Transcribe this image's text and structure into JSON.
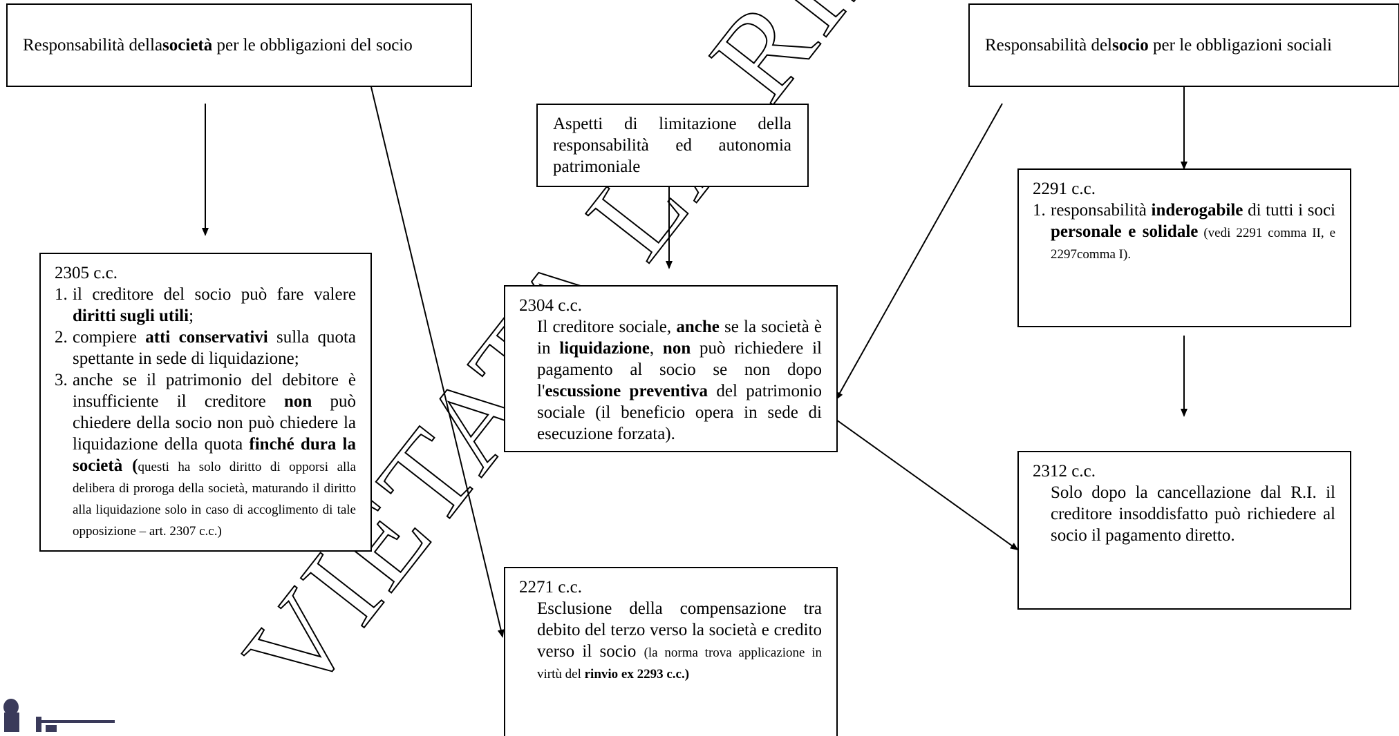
{
  "top_left": {
    "pre": "Responsabilità della ",
    "bold": "società",
    "post": " per le obbligazioni del socio"
  },
  "top_right": {
    "pre": "Responsabilità del ",
    "bold": "socio",
    "post": " per le obbligazioni sociali"
  },
  "limit_box": {
    "text": "Aspetti di limitazione della responsabilità ed autonomia patrimoniale"
  },
  "art_2305": {
    "ref": "2305 c.c.",
    "i1_a": "il creditore del socio può fare valere ",
    "i1_b": "diritti sugli utili",
    "i1_c": ";",
    "i2_a": "compiere ",
    "i2_b": "atti conservativi",
    "i2_c": " sulla quota spettante in sede di liquidazione;",
    "i3_a": "anche se il patrimonio del debitore è insufficiente il creditore ",
    "i3_b": "non",
    "i3_c": " può chiedere della socio non può chiedere la liquidazione della quota ",
    "i3_d": "finché dura la società (",
    "i3_e": "questi ha solo diritto di opporsi alla delibera di proroga della società, maturando il diritto alla liquidazione solo in caso di accoglimento di tale opposizione – art. 2307 c.c.)"
  },
  "art_2304": {
    "ref": "2304 c.c.",
    "t1": "Il creditore sociale, ",
    "t2": "anche",
    "t3": " se la società è in ",
    "t4": "liquidazione",
    "t5": ", ",
    "t6": "non",
    "t7": " può richiedere il pagamento al socio se non dopo l'",
    "t8": "escussione preventiva",
    "t9": " del patrimonio sociale (il beneficio opera in sede di esecuzione forzata)."
  },
  "art_2271": {
    "ref": "2271 c.c.",
    "t1": "Esclusione della compensazione tra debito del terzo verso la società e credito verso il socio ",
    "t2": "(la norma trova applicazione in virtù del ",
    "t3": "rinvio ex 2293 c.c.)"
  },
  "art_2291": {
    "ref": "2291 c.c.",
    "t1": "responsabilità ",
    "t2": "inderogabile",
    "t3": " di tutti i soci ",
    "t4": "personale e solidale",
    "t5": " (vedi 2291 comma II, e 2297comma I)."
  },
  "art_2312": {
    "ref": "2312 c.c.",
    "text": "Solo dopo la cancellazione dal R.I. il creditore insoddisfatto può richiedere al socio il pagamento diretto."
  },
  "watermark": {
    "text": "VIETATA LA RIPRODUZIONE",
    "color": "#000000"
  }
}
